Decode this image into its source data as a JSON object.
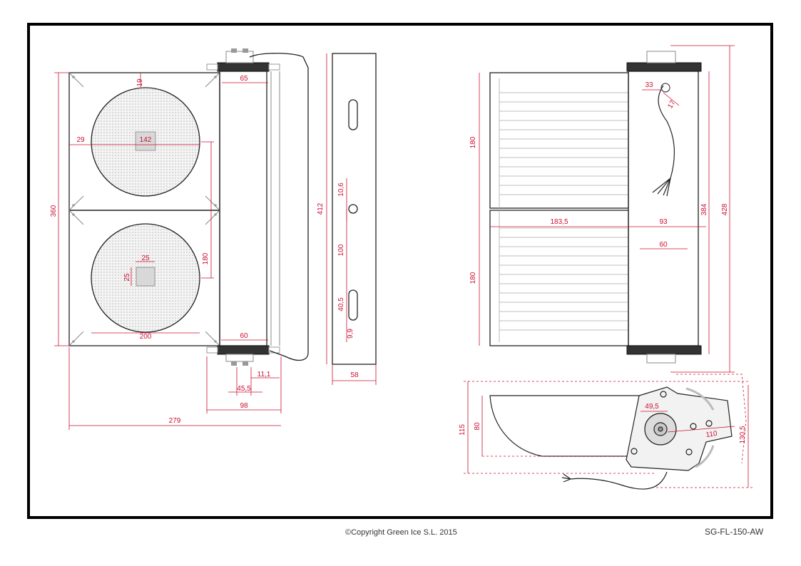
{
  "colors": {
    "frame": "#000000",
    "dimension": "#cc1133",
    "part": "#222222",
    "panel": "#dddddd"
  },
  "front_view": {
    "dims": {
      "d19": "19",
      "d65": "65",
      "d142": "142",
      "d29": "29",
      "d360": "360",
      "d25a": "25",
      "d25b": "25",
      "d180": "180",
      "d200": "200",
      "d60": "60",
      "d11_1": "11,1",
      "d45_5": "45,5",
      "d98": "98",
      "d279": "279"
    }
  },
  "side_view": {
    "dims": {
      "d412": "412",
      "d10_6": "10,6",
      "d100": "100",
      "d40_5": "40,5",
      "d9_9": "9,9",
      "d58": "58"
    }
  },
  "top_view": {
    "dims": {
      "d33": "33",
      "d17": "17",
      "d180a": "180",
      "d180b": "180",
      "d183_5": "183,5",
      "d93": "93",
      "d60": "60",
      "d384": "384",
      "d428": "428"
    }
  },
  "bracket_view": {
    "dims": {
      "d115": "115",
      "d80": "80",
      "d49_5": "49,5",
      "d110": "110",
      "d130_5": "130,5"
    }
  },
  "footer": {
    "copyright": "©Copyright Green Ice S.L. 2015",
    "code": "SG-FL-150-AW"
  }
}
